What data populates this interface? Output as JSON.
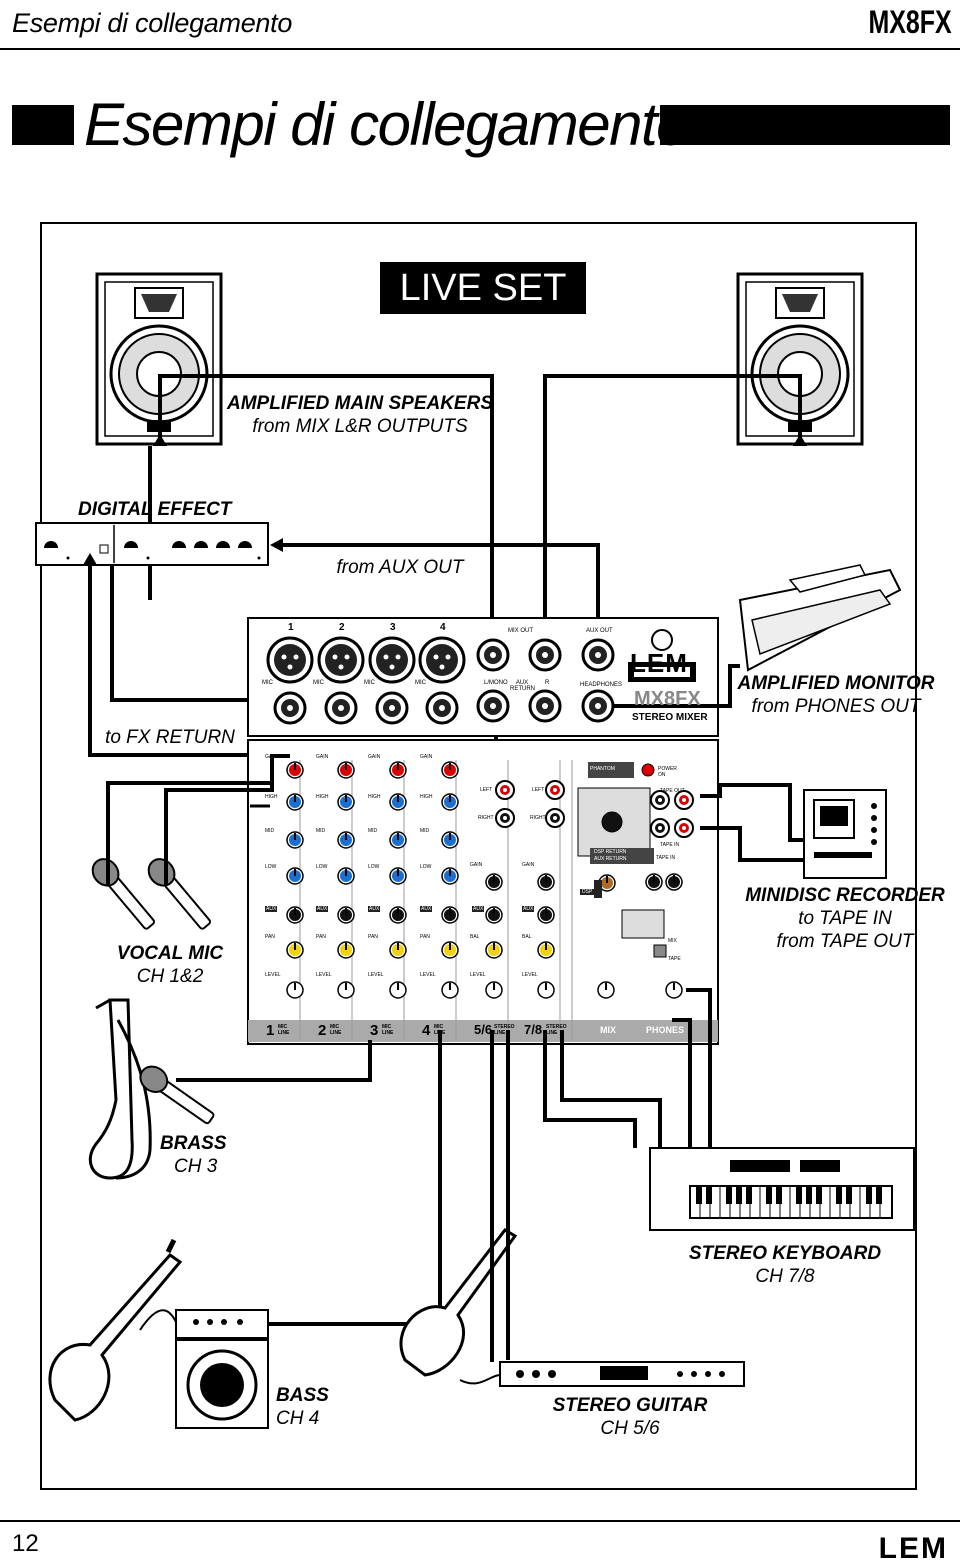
{
  "header": {
    "section": "Esempi di collegamento",
    "model": "MX8FX"
  },
  "title": "Esempi di collegamento",
  "banner": "LIVE SET",
  "labels": {
    "speakers_line1": "AMPLIFIED MAIN SPEAKERS",
    "speakers_line2": "from MIX L&R OUTPUTS",
    "effect": "DIGITAL EFFECT",
    "aux_out": "from AUX OUT",
    "fx_return": "to FX RETURN",
    "monitor_line1": "AMPLIFIED MONITOR",
    "monitor_line2": "from PHONES OUT",
    "recorder_line1": "MINIDISC  RECORDER",
    "recorder_line2": "to TAPE IN",
    "recorder_line3": "from TAPE OUT",
    "vocal_line1": "VOCAL MIC",
    "vocal_line2": "CH 1&2",
    "brass_line1": "BRASS",
    "brass_line2": "CH 3",
    "keyboard_line1": "STEREO KEYBOARD",
    "keyboard_line2": "CH 7/8",
    "bass_line1": "BASS",
    "bass_line2": "CH 4",
    "guitar_line1": "STEREO GUITAR",
    "guitar_line2": "CH 5/6"
  },
  "mixer": {
    "channel_numbers": [
      "1",
      "2",
      "3",
      "4"
    ],
    "mix_out": "MIX OUT",
    "aux_out": "AUX OUT",
    "mic_labels": [
      "MIC",
      "MIC",
      "MIC",
      "MIC"
    ],
    "lmono": "L/MONO",
    "aux_return": "AUX RETURN",
    "r": "R",
    "headphones": "HEADPHONES",
    "brand": "LEM",
    "model": "MX8FX",
    "subtitle": "STEREO MIXER",
    "gain": "GAIN",
    "high": "HIGH",
    "mid": "MID",
    "low": "LOW",
    "aux": "AUX",
    "pan": "PAN",
    "bal": "BAL",
    "level": "LEVEL",
    "left": "LEFT",
    "right": "RIGHT",
    "phantom": "PHANTOM",
    "power": "POWER ON",
    "tape_out": "TAPE OUT",
    "tape_in": "TAPE IN",
    "dsp_return": "DSP RETURN",
    "aux_return_small": "AUX RETURN",
    "dsp": "DSP",
    "mix": "MIX",
    "tape": "TAPE",
    "phones": "PHONES",
    "strip_labels": [
      "1",
      "2",
      "3",
      "4",
      "5/6",
      "7/8"
    ],
    "strip_sub": [
      "MIC LINE",
      "MIC LINE",
      "MIC LINE",
      "MIC LINE",
      "STEREO LINE",
      "STEREO LINE"
    ]
  },
  "footer": {
    "page": "12",
    "brand": "LEM"
  }
}
